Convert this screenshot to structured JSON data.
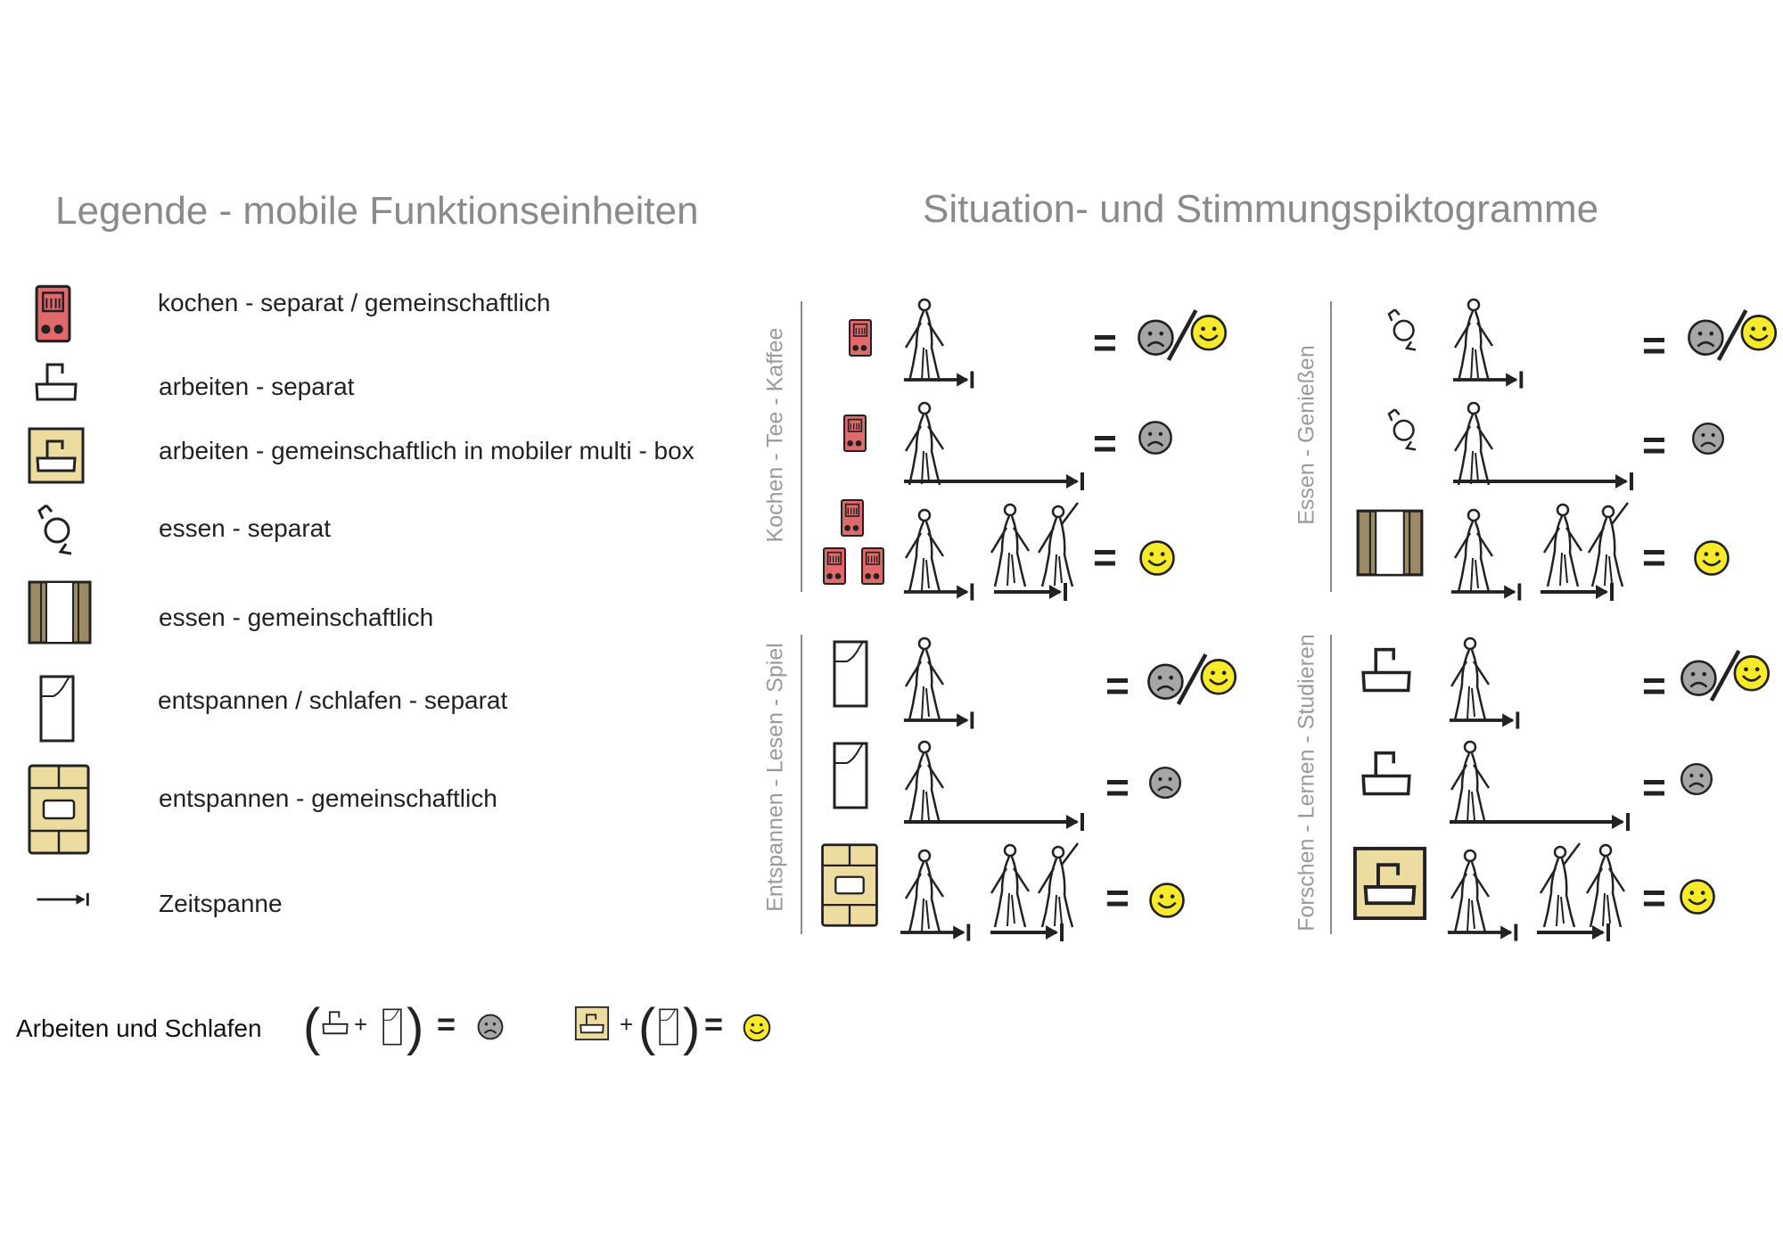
{
  "headings": {
    "left": "Legende - mobile Funktionseinheiten",
    "right": "Situation- und Stimmungspiktogramme"
  },
  "legend": [
    {
      "label": "kochen - separat / gemeinschaftlich"
    },
    {
      "label": "arbeiten - separat"
    },
    {
      "label": "arbeiten - gemeinschaftlich in mobiler multi - box"
    },
    {
      "label": "essen - separat"
    },
    {
      "label": "essen - gemeinschaftlich"
    },
    {
      "label": "entspannen / schlafen - separat"
    },
    {
      "label": "entspannen - gemeinschaftlich"
    },
    {
      "label": "Zeitspanne"
    }
  ],
  "groups": [
    {
      "label": "Kochen - Tee - Kaffee"
    },
    {
      "label": "Essen - Genießen"
    },
    {
      "label": "Entspannen - Lesen - Spiel"
    },
    {
      "label": "Forschen - Lernen - Studieren"
    }
  ],
  "equals_symbol": "=",
  "plus_symbol": "+",
  "bottom": {
    "label": "Arbeiten und Schlafen",
    "open_paren": "(",
    "close_paren": ")"
  },
  "colors": {
    "heading_gray": "#8a8a8a",
    "kochen_red": "#e0696b",
    "box_tan": "#ecdca0",
    "essen_brown": "#9c8a65",
    "smiley_yellow": "#f7ea2a",
    "smiley_gray": "#a6a6a6"
  }
}
